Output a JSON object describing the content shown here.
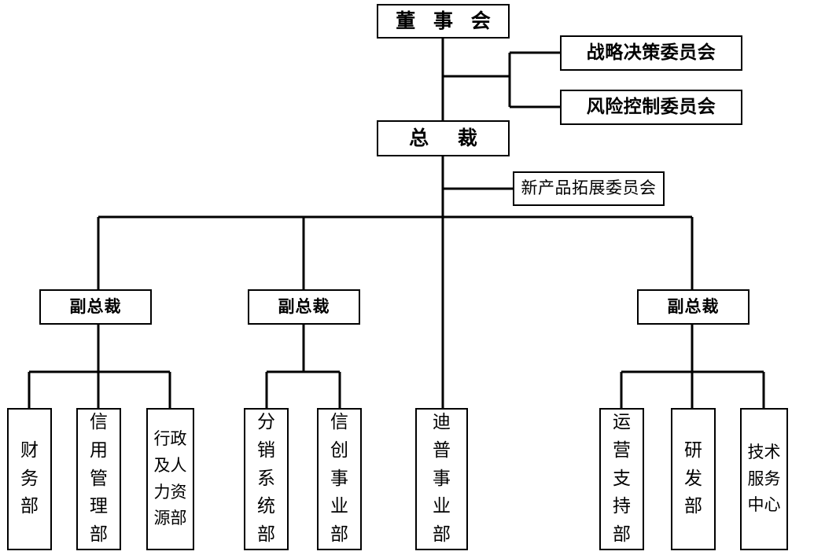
{
  "chart_title": "",
  "colors": {
    "line": "#000000",
    "box_border": "#000000",
    "box_fill": "#ffffff",
    "text": "#000000",
    "background": "#ffffff"
  },
  "nodes": {
    "board": {
      "label": "董 事 会"
    },
    "president": {
      "label": "总    裁"
    },
    "strategy_committee": {
      "label": "战略决策委员会"
    },
    "risk_committee": {
      "label": "风险控制委员会"
    },
    "new_product_committee": {
      "label": "新产品拓展委员会"
    },
    "vp_left": {
      "label": "副总裁"
    },
    "vp_middle": {
      "label": "副总裁"
    },
    "vp_right": {
      "label": "副总裁"
    },
    "dept_finance": {
      "label": "财\n务\n部"
    },
    "dept_credit": {
      "label": "信\n用\n管\n理\n部"
    },
    "dept_admin_hr": {
      "label": "行政\n及人\n力资\n源部"
    },
    "dept_distribution": {
      "label": "分\n销\n系\n统\n部"
    },
    "dept_xinchuang": {
      "label": "信\n创\n事\n业\n部"
    },
    "dept_dptech": {
      "label": "迪\n普\n事\n业\n部"
    },
    "dept_operations": {
      "label": "运\n营\n支\n持\n部"
    },
    "dept_rnd": {
      "label": "研\n发\n部"
    },
    "dept_tech_service": {
      "label": "技术\n服务\n中心"
    }
  },
  "chart_data": {
    "type": "diagram",
    "diagram_kind": "organizational-chart",
    "hierarchy": [
      {
        "id": "board",
        "label": "董 事 会",
        "level": 0,
        "staff_units": [
          "战略决策委员会",
          "风险控制委员会"
        ],
        "children": [
          {
            "id": "president",
            "label": "总    裁",
            "level": 1,
            "staff_units": [
              "新产品拓展委员会"
            ],
            "children": [
              {
                "id": "vp_left",
                "label": "副总裁",
                "level": 2,
                "children": [
                  {
                    "id": "dept_finance",
                    "label": "财务部",
                    "level": 3
                  },
                  {
                    "id": "dept_credit",
                    "label": "信用管理部",
                    "level": 3
                  },
                  {
                    "id": "dept_admin_hr",
                    "label": "行政及人力资源部",
                    "level": 3
                  }
                ]
              },
              {
                "id": "vp_middle",
                "label": "副总裁",
                "level": 2,
                "children": [
                  {
                    "id": "dept_distribution",
                    "label": "分销系统部",
                    "level": 3
                  },
                  {
                    "id": "dept_xinchuang",
                    "label": "信创事业部",
                    "level": 3
                  }
                ]
              },
              {
                "id": "dept_dptech",
                "label": "迪普事业部",
                "level": 3,
                "reports_directly_to": "president"
              },
              {
                "id": "vp_right",
                "label": "副总裁",
                "level": 2,
                "children": [
                  {
                    "id": "dept_operations",
                    "label": "运营支持部",
                    "level": 3
                  },
                  {
                    "id": "dept_rnd",
                    "label": "研发部",
                    "level": 3
                  },
                  {
                    "id": "dept_tech_service",
                    "label": "技术服务中心",
                    "level": 3
                  }
                ]
              }
            ]
          }
        ]
      }
    ],
    "node_count": 17,
    "depth": 4
  }
}
